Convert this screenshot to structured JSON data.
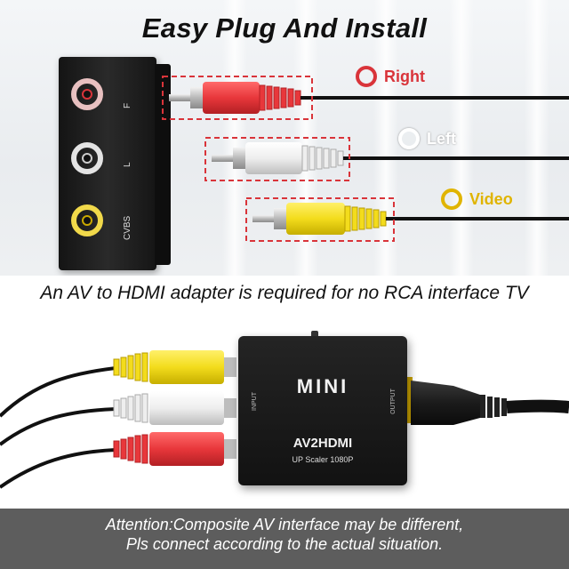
{
  "headline": "Easy Plug And Install",
  "jack_panel": {
    "labels": [
      "F",
      "L",
      "CVBS"
    ]
  },
  "legend": [
    {
      "label": "Right",
      "color": "#d9343a",
      "text_color": "#d9343a"
    },
    {
      "label": "Left",
      "color": "#ffffff",
      "text_color": "#ffffff"
    },
    {
      "label": "Video",
      "color": "#e0b400",
      "text_color": "#e0b400"
    }
  ],
  "adapter_caption": "An AV to HDMI adapter is required for no RCA interface TV",
  "device": {
    "badge": "MINI",
    "model": "AV2HDMI",
    "subtitle": "UP Scaler 1080P",
    "input_label": "INPUT",
    "output_label": "OUTPUT"
  },
  "footer": {
    "line1": "Attention:Composite AV interface may be different,",
    "line2": "Pls connect according to the actual situation."
  },
  "colors": {
    "red_plug": "#e8373b",
    "white_plug": "#eeeeee",
    "yellow_plug": "#f3dc1c",
    "dashed_box": "#d9343a",
    "footer_bg": "#5d5d5d"
  }
}
